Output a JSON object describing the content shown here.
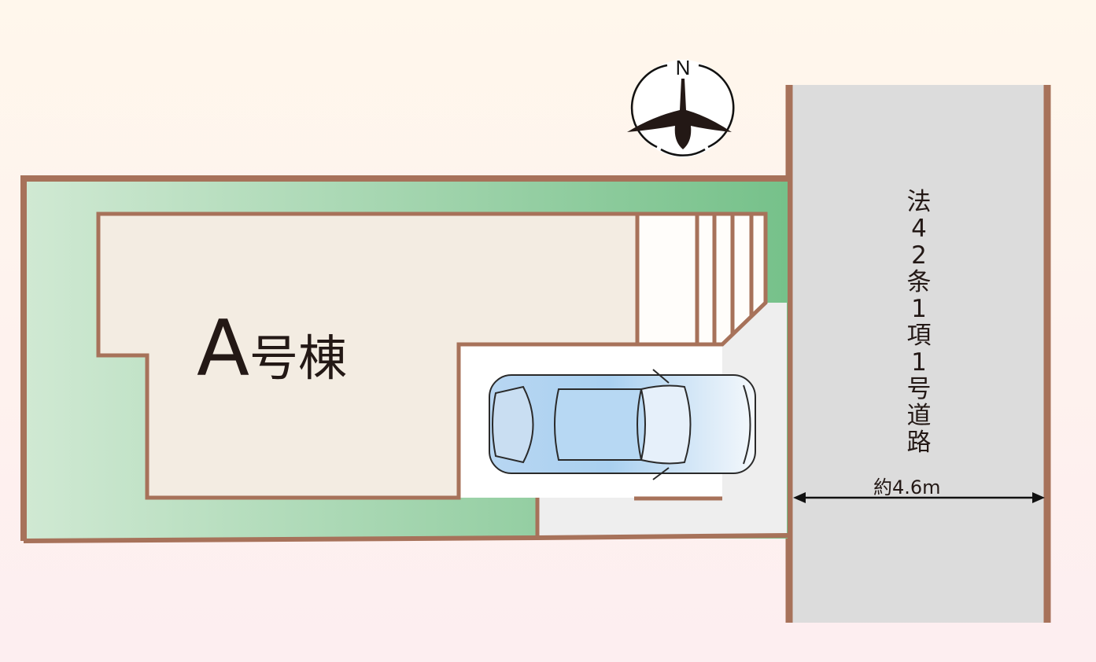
{
  "compass": {
    "label": "N"
  },
  "building": {
    "letter": "A",
    "suffix": "号棟"
  },
  "road": {
    "label": "法42条1項1号道路",
    "width_label": "約4.6m"
  },
  "colors": {
    "border": "#a7725a",
    "green_light": "#cfe8d1",
    "green_dark": "#79c28b",
    "building": "#f3ece2",
    "road": "#dcdcdc",
    "driveway": "#eeeeee"
  }
}
